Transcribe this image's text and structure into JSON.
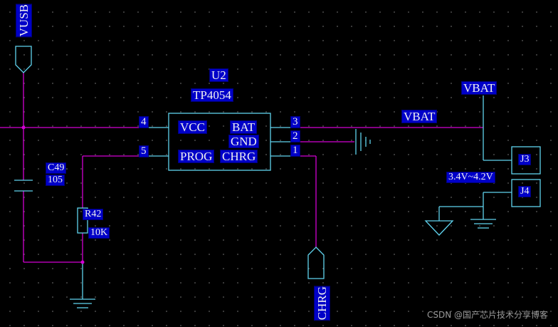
{
  "pins": {
    "p4": "4",
    "p5": "5",
    "p3": "3",
    "p2": "2",
    "p1": "1"
  },
  "ic": {
    "ref": "U2",
    "part": "TP4054",
    "vcc": "VCC",
    "prog": "PROG",
    "bat": "BAT",
    "gnd": "GND",
    "chrg": "CHRG"
  },
  "nets": {
    "vusb": "VUSB",
    "vbat_port": "VBAT",
    "vbat_net": "VBAT",
    "chrg_port": "CHRG"
  },
  "parts": {
    "c49_ref": "C49",
    "c49_val": "105",
    "r42_ref": "R42",
    "r42_val": "10K",
    "j3": "J3",
    "j4": "J4",
    "range": "3.4V~4.2V"
  },
  "watermark": "CSDN @国产芯片技术分享博客"
}
